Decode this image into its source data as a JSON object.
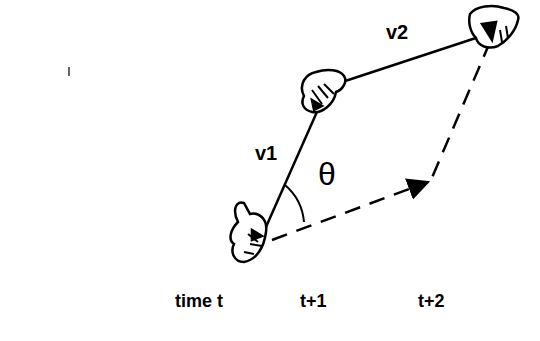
{
  "diagram": {
    "labels": [
      "v1",
      "v2",
      "θ",
      "time t",
      "t+1",
      "t+2"
    ]
  }
}
